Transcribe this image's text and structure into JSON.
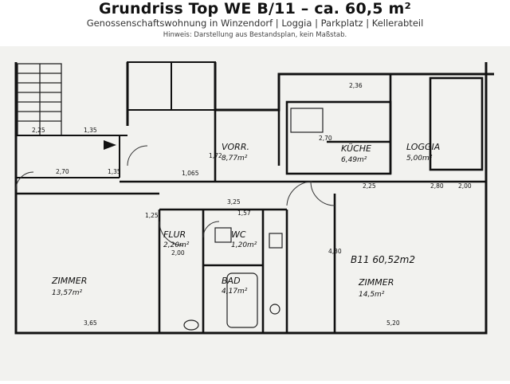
{
  "header": {
    "title": "Grundriss Top WE B/11 – ca. 60,5 m²",
    "subtitle": "Genossenschaftswohnung in Winzendorf | Loggia | Parkplatz | Kellerabteil",
    "note": "Hinweis: Darstellung aus Bestandsplan, kein Maßstab."
  },
  "rooms": {
    "vorraum": {
      "label": "VORR.",
      "area": "8,77m²"
    },
    "kueche": {
      "label": "KÜCHE",
      "area": "6,49m²"
    },
    "loggia": {
      "label": "LOGGIA",
      "area": "5,00m²"
    },
    "flur": {
      "label": "FLUR",
      "area": "2,20m²"
    },
    "wc": {
      "label": "WC",
      "area": "1,20m²"
    },
    "bad": {
      "label": "BAD",
      "area": "4,17m²"
    },
    "zimmer_left": {
      "label": "ZIMMER",
      "area": "13,57m²"
    },
    "zimmer_right": {
      "label": "ZIMMER",
      "area": "14,5m²"
    },
    "unit_label": "B11 60,52m2"
  },
  "dimensions": {
    "d1": "2,25",
    "d2": "1,35",
    "d3": "2,70",
    "d4": "1,065",
    "d5": "2,36",
    "d6": "2,70",
    "d7": "3,25",
    "d8": "1,57",
    "d9": "2,00",
    "d10": "1,25",
    "d11": "3,65",
    "d12": "5,20",
    "d13": "4,30",
    "d14": "2,00",
    "d15": "2,80",
    "d16": "2,25",
    "d17": "1,72",
    "d18": "1,35"
  }
}
